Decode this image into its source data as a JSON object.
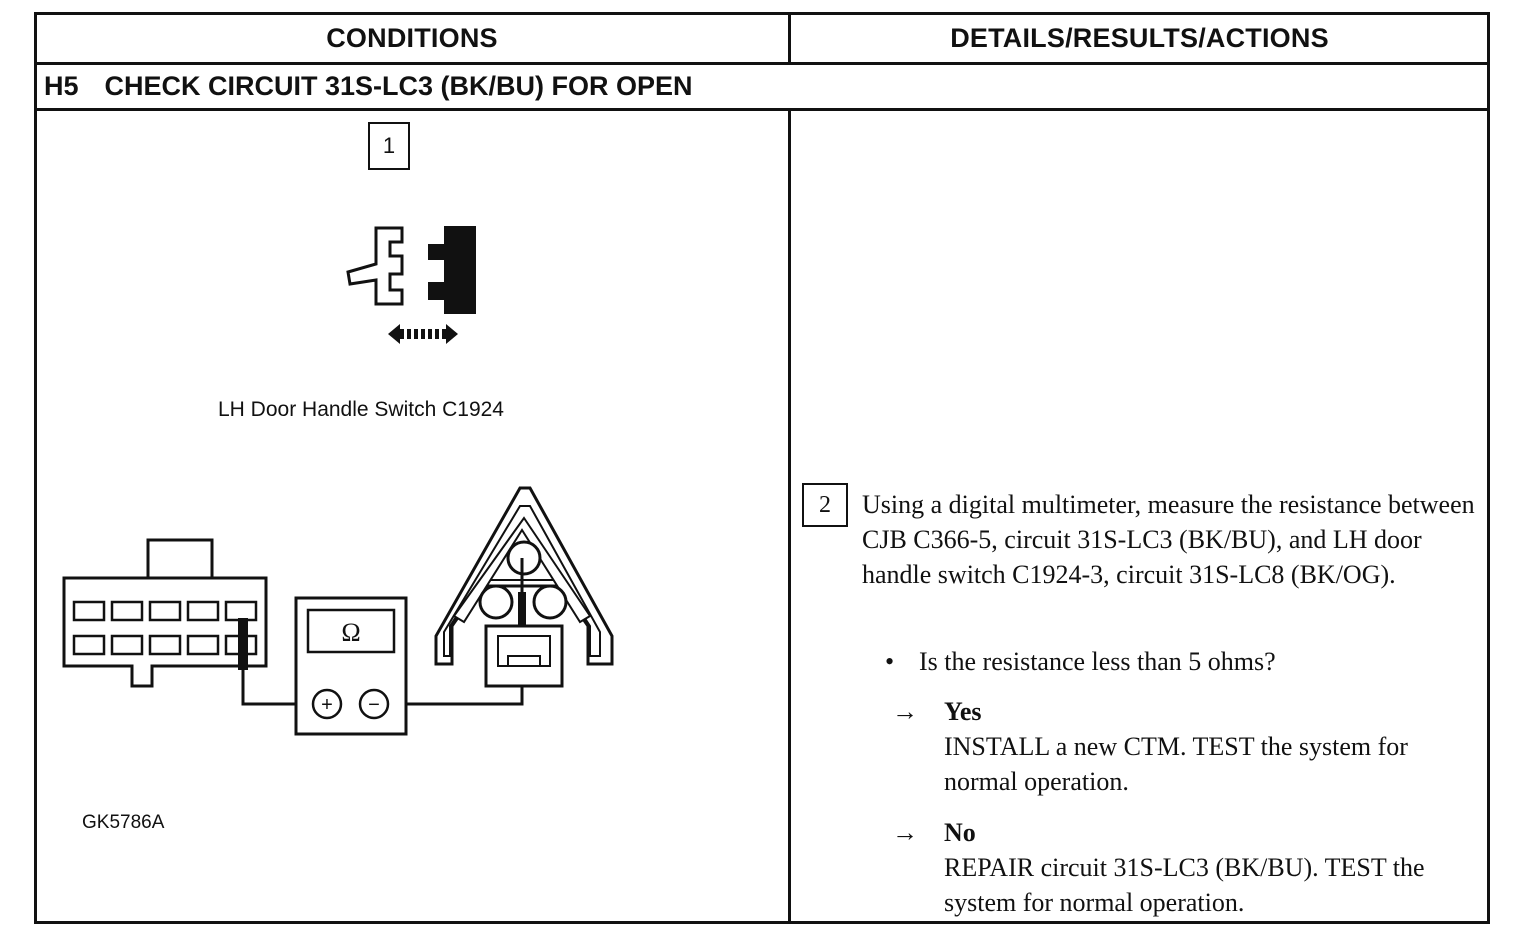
{
  "table": {
    "col_conditions": "CONDITIONS",
    "col_details": "DETAILS/RESULTS/ACTIONS"
  },
  "step": {
    "code": "H5",
    "title": "CHECK CIRCUIT 31S-LC3 (BK/BU) FOR OPEN"
  },
  "conditions": {
    "callout_1": "1",
    "switch_caption": "LH Door Handle Switch C1924",
    "meter_symbol": "Ω",
    "meter_plus": "+",
    "meter_minus": "−",
    "figure_id": "GK5786A"
  },
  "details": {
    "callout_2": "2",
    "instruction": "Using a digital multimeter, measure the resistance between CJB C366-5, circuit 31S-LC3 (BK/BU), and LH door handle switch C1924-3, circuit 31S-LC8 (BK/OG).",
    "question": "Is the resistance less than 5 ohms?",
    "results": [
      {
        "arrow": "→",
        "label": "Yes",
        "action": "INSTALL a new CTM. TEST the system for normal operation."
      },
      {
        "arrow": "→",
        "label": "No",
        "action": "REPAIR circuit 31S-LC3 (BK/BU). TEST the system for normal operation."
      }
    ]
  }
}
